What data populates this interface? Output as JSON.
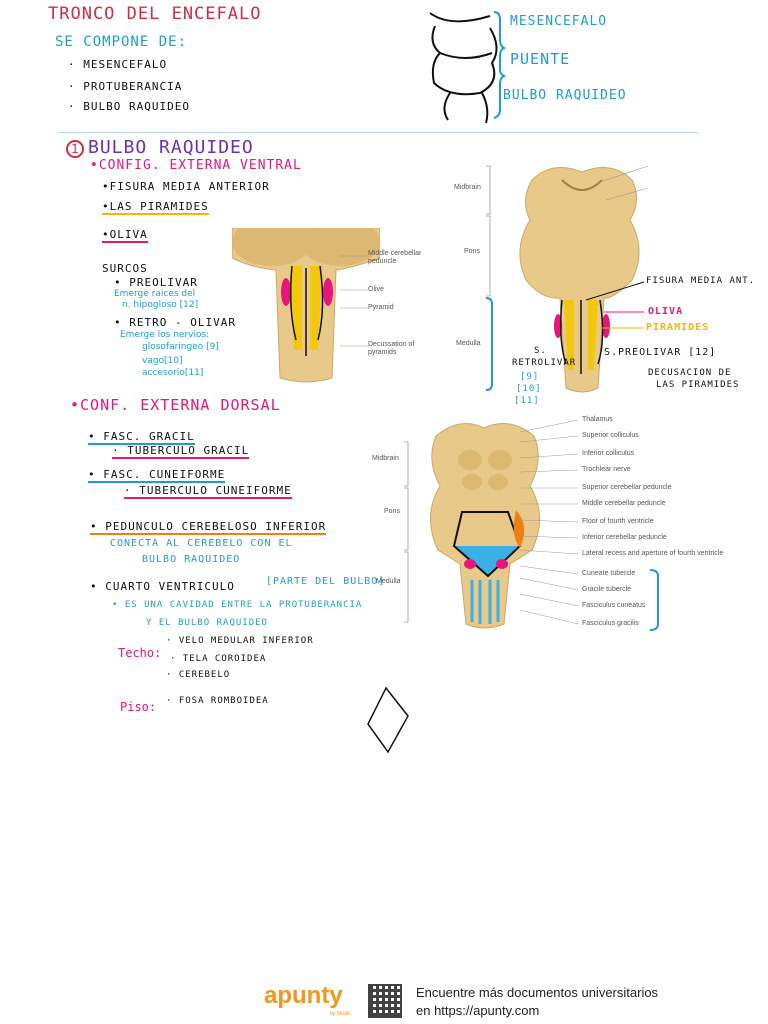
{
  "header": {
    "title": "Tronco del encefalo",
    "subtitle": "Se compone de:",
    "items": [
      "· Mesencefalo",
      "· Protuberancia",
      "· Bulbo raquideo"
    ],
    "diagram_labels": [
      "Mesencefalo",
      "Puente",
      "Bulbo raquideo"
    ]
  },
  "section1": {
    "number": "1",
    "title": "Bulbo raquideo",
    "ventral_title": "•Config. externa ventral",
    "ventral_items": {
      "fisura": "•Fisura media anterior",
      "piramides": "•Las piramides",
      "oliva": "•Oliva"
    },
    "surcos": {
      "heading": "Surcos",
      "preolivar": "• Preolivar",
      "preolivar_note_1": "Emerge raices del",
      "preolivar_note_2": "n. hipogloso [12]",
      "retro": "• Retro - Olivar",
      "retro_note_1": "Emerge los nervios:",
      "retro_note_2": "glosofaringeo [9]",
      "retro_note_3": "vago[10]",
      "retro_note_4": "accesorio[11]"
    },
    "fig1_labels": [
      "Middle cerebellar peduncle",
      "Olive",
      "Pyramid",
      "Decussation of pyramids"
    ],
    "fig2_levels": [
      "Midbrain",
      "Pons",
      "Medulla"
    ],
    "fig2_annotations": {
      "fisura": "Fisura media ant.",
      "oliva": "Oliva",
      "piramides": "Piramides",
      "s_preolivar": "S.Preolivar [12]",
      "decusacion_1": "Decusacion de",
      "decusacion_2": "las piramides",
      "s_retro_1": "S.",
      "s_retro_2": "retrolivar",
      "nerve_9": "[9]",
      "nerve_10": "[10]",
      "nerve_11": "[11]"
    }
  },
  "dorsal": {
    "title": "•Conf. externa dorsal",
    "fasc_gracil": "• Fasc. gracil",
    "tub_gracil": "· Tuberculo gracil",
    "fasc_cuneiforme": "• Fasc. cuneiforme",
    "tub_cuneiforme": "· Tuberculo cuneiforme",
    "pedunculo": "• Pedunculo cerebeloso inferior",
    "conecta_1": "Conecta al cerebelo con el",
    "conecta_2": "bulbo raquideo",
    "cuarto_title": "• Cuarto ventriculo",
    "cuarto_bracket": "[parte del bulbo]",
    "cuarto_desc_1": "• Es una cavidad entre la protuberancia",
    "cuarto_desc_2": "y el bulbo raquideo",
    "techo_label": "Techo:",
    "techo_items": [
      "· velo medular inferior",
      "· tela coroidea",
      "· cerebelo"
    ],
    "piso_label": "Piso:",
    "piso_item": "· Fosa romboidea",
    "fig3_levels": [
      "Midbrain",
      "Pons",
      "Medulla"
    ],
    "fig3_labels": [
      "Thalamus",
      "Superior colliculus",
      "Inferior colliculus",
      "Trochlear nerve",
      "Superior cerebellar peduncle",
      "Middle cerebellar peduncle",
      "Floor of fourth ventricle",
      "Inferior cerebellar peduncle",
      "Lateral recess and aperture of fourth ventricle",
      "Cuneate tubercle",
      "Gracile tubercle",
      "Fasciculus cuneatus",
      "Fasciculus gracilis"
    ]
  },
  "footer": {
    "brand": "apunty",
    "brand_sub": "by Studit",
    "line1": "Encuentre más documentos universitarios",
    "line2": "en https://apunty.com"
  },
  "colors": {
    "red": "#d62b45",
    "blue": "#1e9bd7",
    "purple": "#6a2fbf",
    "pink": "#e8167c",
    "yellow": "#f2b705",
    "orange": "#f07f10",
    "brand_orange": "#f7941d",
    "tissue": "#e8c98a"
  }
}
